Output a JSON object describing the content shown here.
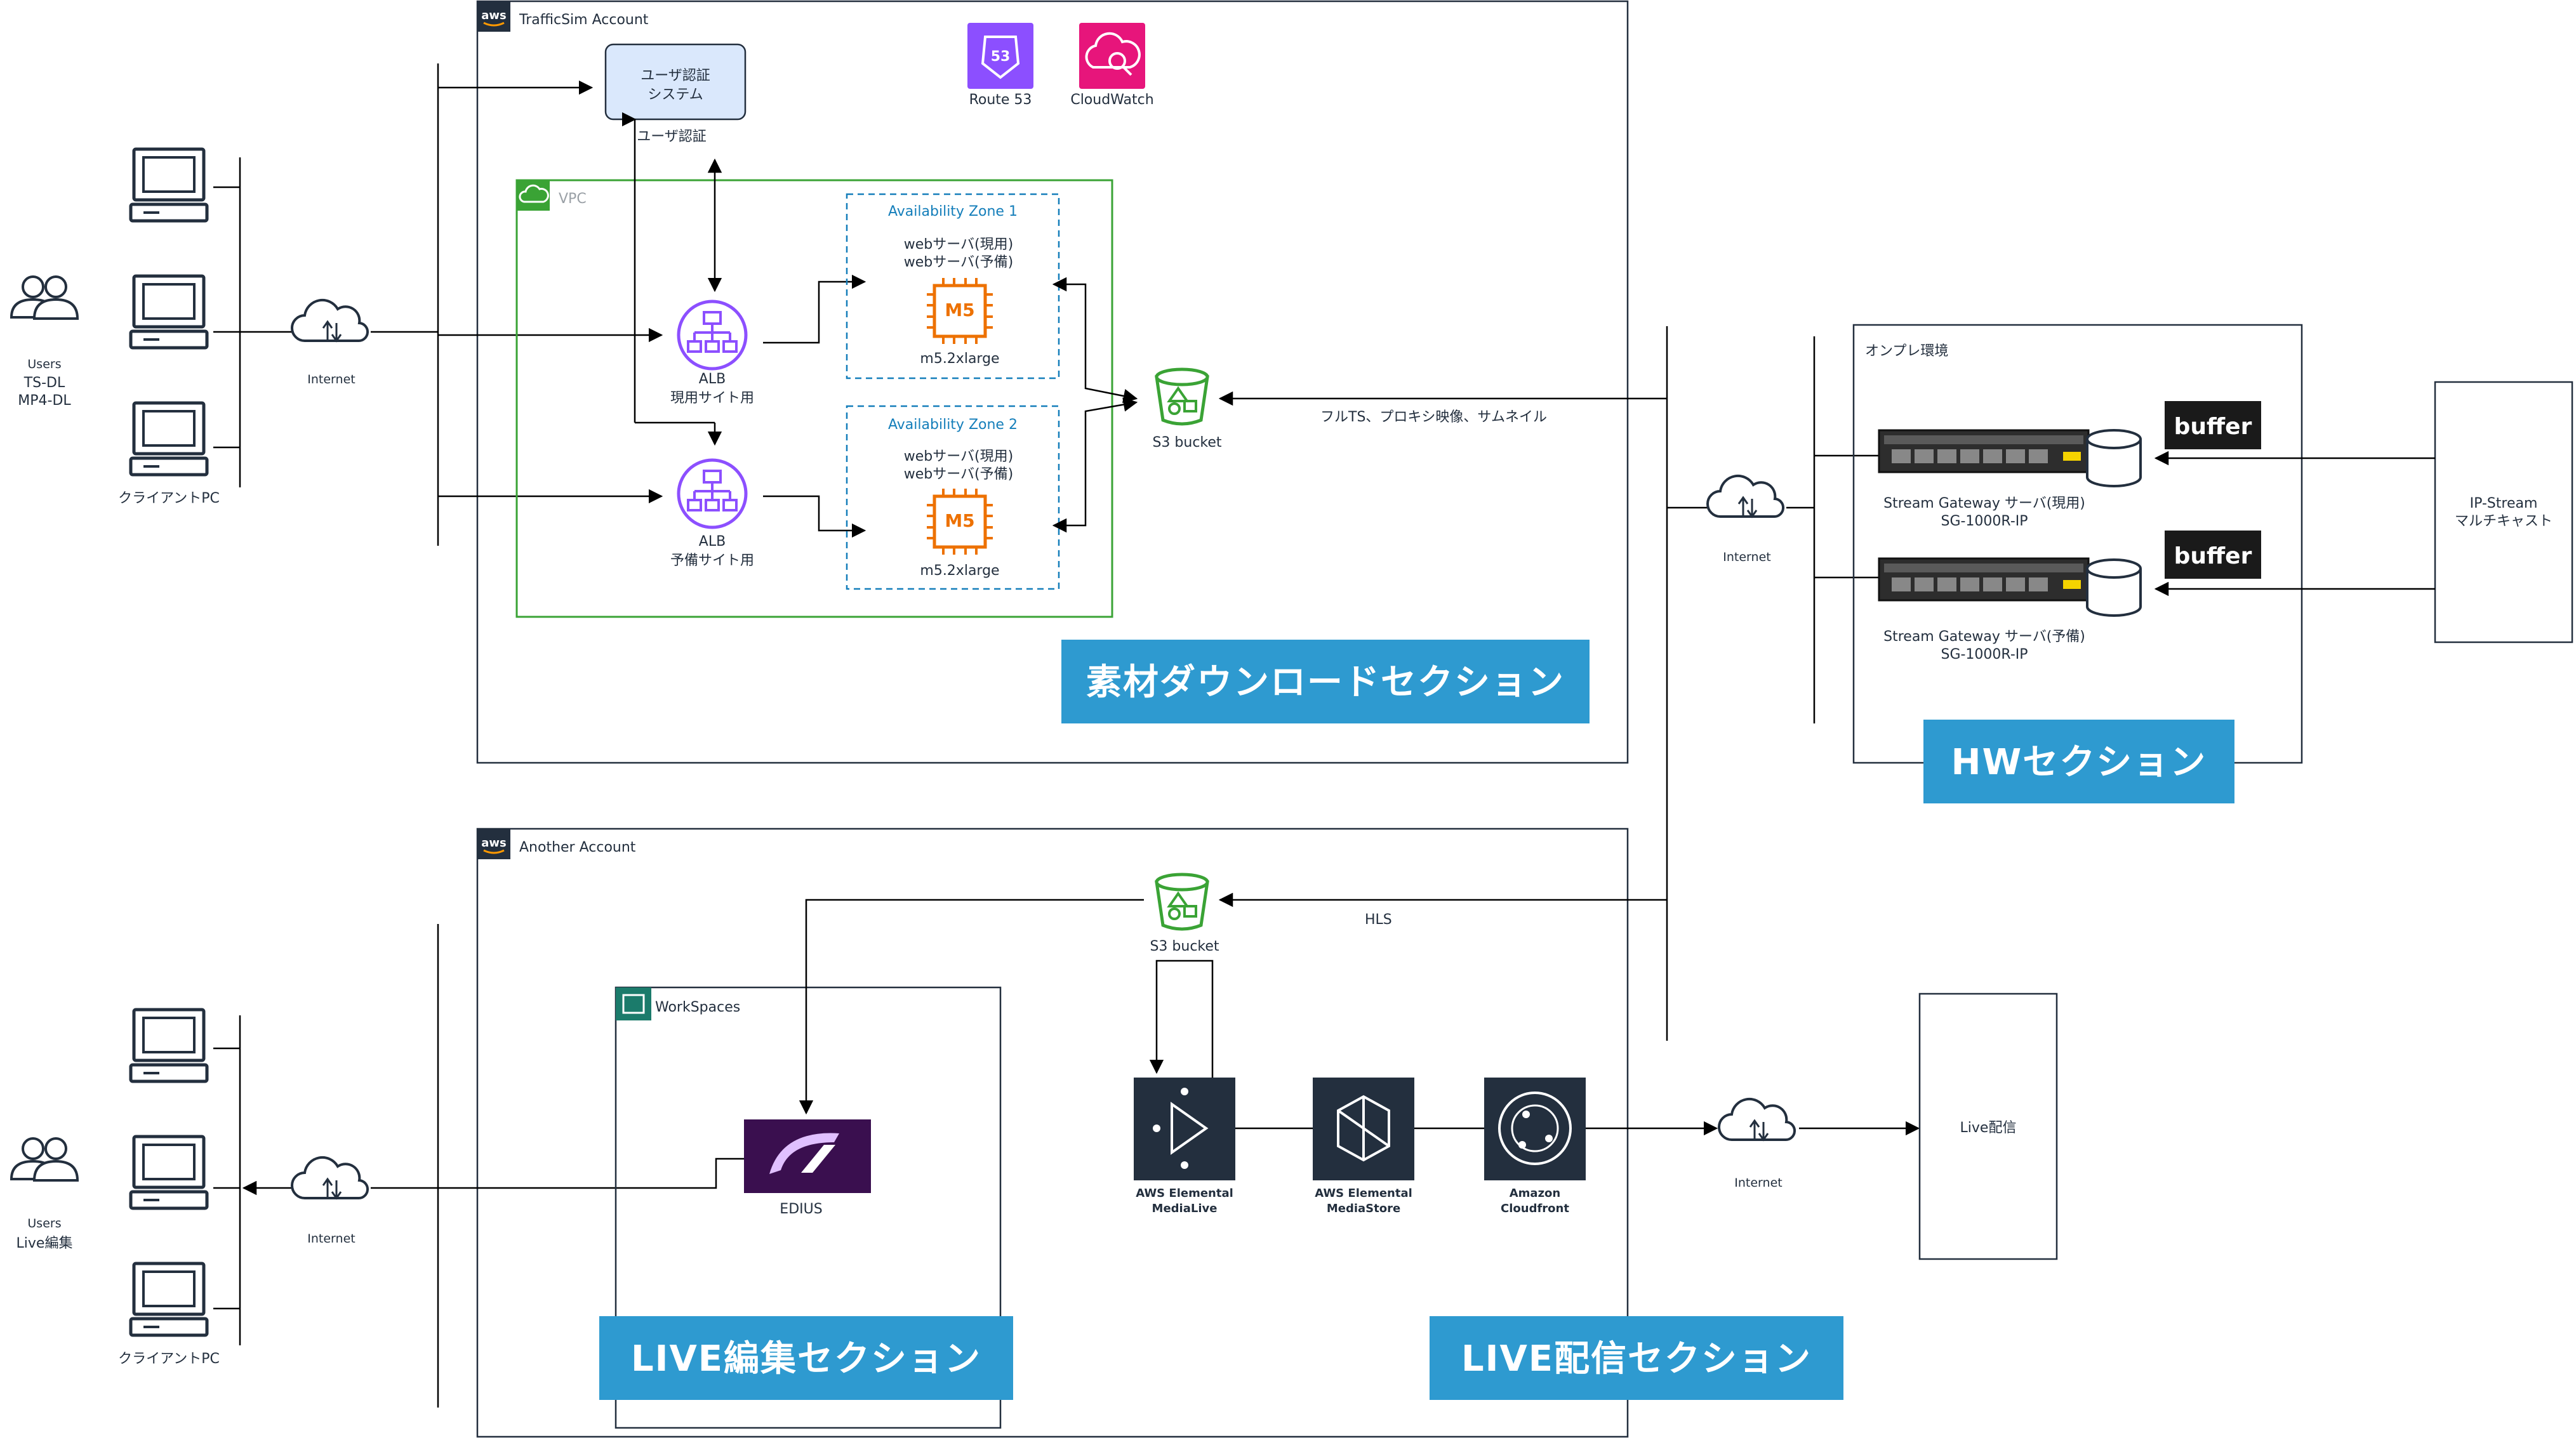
{
  "accounts": {
    "top": "TrafficSim Account",
    "bottom": "Another Account",
    "aws_badge": "aws"
  },
  "top": {
    "users_line1": "Users",
    "users_line2": "TS-DL",
    "users_line3": "MP4-DL",
    "client_pc": "クライアントPC",
    "internet": "Internet",
    "auth_box_line1": "ユーザ認証",
    "auth_box_line2": "システム",
    "auth_caption": "ユーザ認証",
    "route53": "Route 53",
    "route53_badge": "53",
    "cloudwatch": "CloudWatch",
    "vpc": "VPC",
    "alb1_line1": "ALB",
    "alb1_line2": "現用サイト用",
    "alb2_line1": "ALB",
    "alb2_line2": "予備サイト用",
    "az1": "Availability Zone 1",
    "az2": "Availability Zone 2",
    "web_active": "webサーバ(現用)",
    "web_standby": "webサーバ(予備)",
    "m5_badge": "M5",
    "instance_type": "m5.2xlarge",
    "s3": "S3 bucket",
    "s3_flow": "フルTS、プロキシ映像、サムネイル",
    "section": "素材ダウンロードセクション"
  },
  "hw": {
    "onprem": "オンプレ環境",
    "internet": "Internet",
    "buffer": "buffer",
    "sg_active": "Stream Gateway サーバ(現用)",
    "sg_standby": "Stream Gateway サーバ(予備)",
    "sg_model": "SG-1000R-IP",
    "ip_stream_line1": "IP-Stream",
    "ip_stream_line2": "マルチキャスト",
    "section": "HWセクション"
  },
  "bottom": {
    "users_line1": "Users",
    "users_line2": "Live編集",
    "client_pc": "クライアントPC",
    "internet": "Internet",
    "workspaces": "WorkSpaces",
    "edius": "EDIUS",
    "s3": "S3 bucket",
    "hls": "HLS",
    "medialive_line1": "AWS Elemental",
    "medialive_line2": "MediaLive",
    "mediastore_line1": "AWS Elemental",
    "mediastore_line2": "MediaStore",
    "cloudfront_line1": "Amazon",
    "cloudfront_line2": "Cloudfront",
    "internet2": "Internet",
    "live_dist": "Live配信",
    "section_edit": "LIVE編集セクション",
    "section_dist": "LIVE配信セクション"
  },
  "colors": {
    "section_bg": "#2e9ad0",
    "vpc_border": "#3aa335",
    "az_border": "#147eba",
    "alb": "#8c4fff",
    "ec2": "#ed7100",
    "s3": "#3aa335",
    "route53": "#8c4fff",
    "cloudwatch": "#e7157b",
    "media_services": "#232f3e",
    "edius_bg": "#3a0f4f",
    "auth_fill": "#dae8fc",
    "buffer_bg": "#1a1a1a"
  }
}
